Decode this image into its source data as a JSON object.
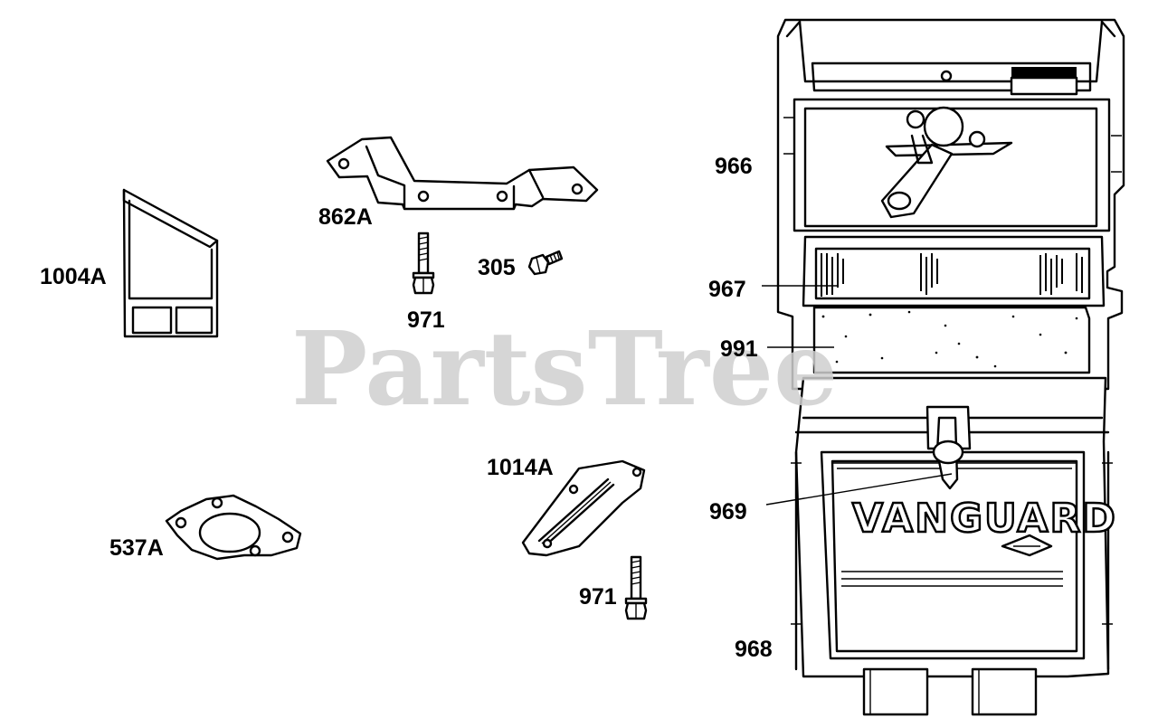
{
  "watermark": "PartsTree",
  "brand_text": "VANGUARD",
  "callouts": [
    {
      "id": "966",
      "text": "966"
    },
    {
      "id": "862A",
      "text": "862A"
    },
    {
      "id": "1004A",
      "text": "1004A"
    },
    {
      "id": "305",
      "text": "305"
    },
    {
      "id": "967",
      "text": "967"
    },
    {
      "id": "971a",
      "text": "971"
    },
    {
      "id": "991",
      "text": "991"
    },
    {
      "id": "1014A",
      "text": "1014A"
    },
    {
      "id": "969",
      "text": "969"
    },
    {
      "id": "537A",
      "text": "537A"
    },
    {
      "id": "971b",
      "text": "971"
    },
    {
      "id": "968",
      "text": "968"
    }
  ]
}
